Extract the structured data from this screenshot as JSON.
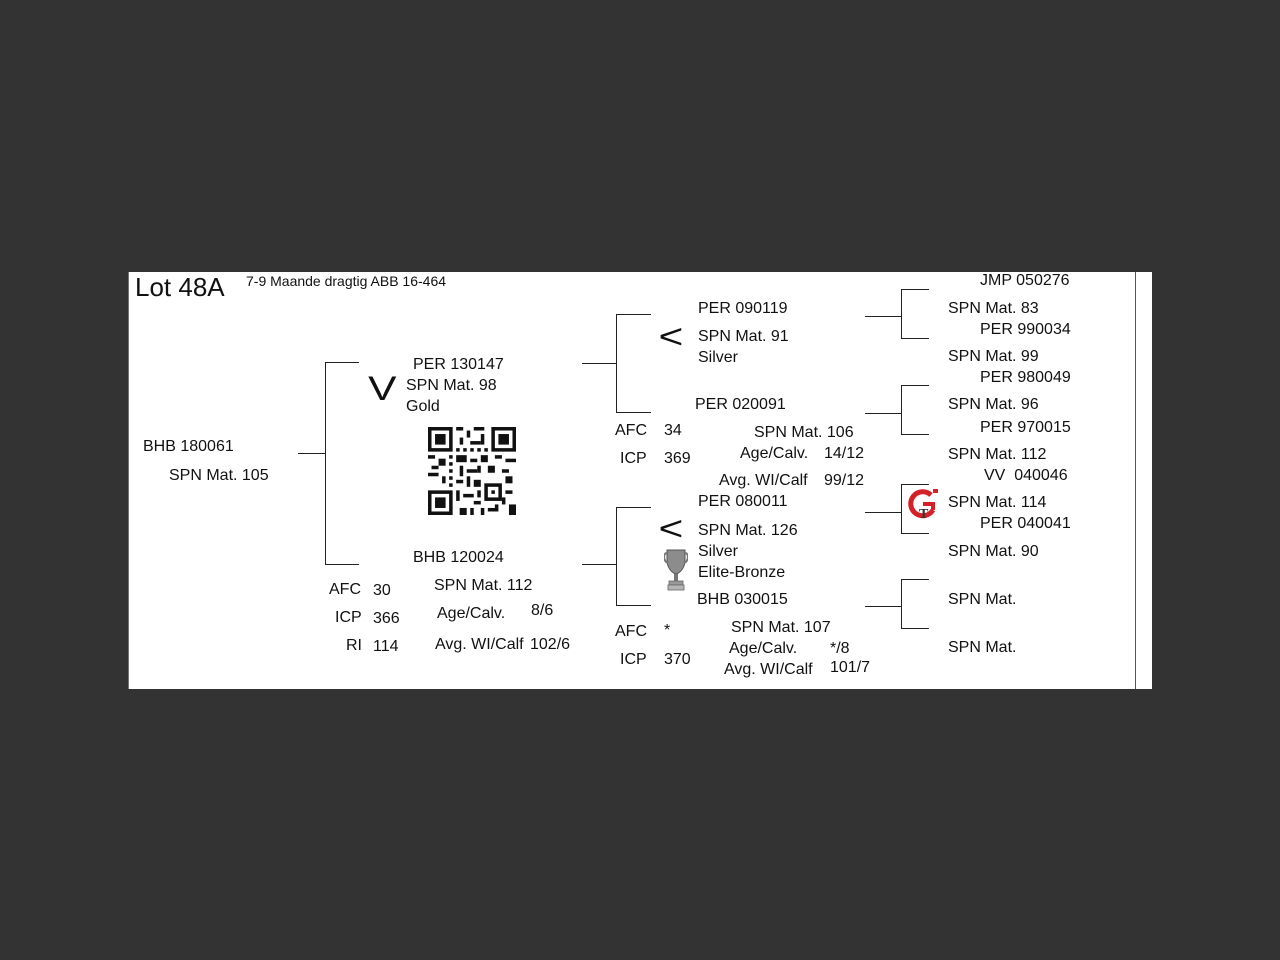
{
  "header": {
    "lot": "Lot 48A",
    "subtitle": "7-9 Maande dragtig ABB 16-464"
  },
  "animal": {
    "id": "BHB 180061",
    "spn": "SPN Mat. 105"
  },
  "sire": {
    "id": "PER 130147",
    "spn": "SPN Mat. 98",
    "award": "Gold"
  },
  "dam": {
    "id": "BHB 120024",
    "spn": "SPN Mat. 112",
    "afc_label": "AFC",
    "afc": "30",
    "icp_label": "ICP",
    "icp": "366",
    "ri_label": "RI",
    "ri": "114",
    "agecalv_label": "Age/Calv.",
    "agecalv": "8/6",
    "avgwi_label": "Avg. WI/Calf",
    "avgwi": "102/6"
  },
  "ss": {
    "id": "PER 090119",
    "spn": "SPN Mat. 91",
    "award": "Silver"
  },
  "sd": {
    "id": "PER 020091",
    "spn": "SPN Mat. 106",
    "afc_label": "AFC",
    "afc": "34",
    "icp_label": "ICP",
    "icp": "369",
    "agecalv_label": "Age/Calv.",
    "agecalv": "14/12",
    "avgwi_label": "Avg. WI/Calf",
    "avgwi": "99/12"
  },
  "ds": {
    "id": "PER 080011",
    "spn": "SPN Mat. 126",
    "award": "Silver",
    "award2": "Elite-Bronze"
  },
  "dd": {
    "id": "BHB 030015",
    "spn": "SPN Mat. 107",
    "afc_label": "AFC",
    "afc": "*",
    "icp_label": "ICP",
    "icp": "370",
    "agecalv_label": "Age/Calv.",
    "agecalv": "*/8",
    "avgwi_label": "Avg. WI/Calf",
    "avgwi": "101/7"
  },
  "gen3": [
    {
      "id": "JMP 050276",
      "spn": "SPN Mat. 83"
    },
    {
      "id": "PER 990034",
      "spn": "SPN Mat. 99"
    },
    {
      "id": "PER 980049",
      "spn": "SPN Mat. 96"
    },
    {
      "id": "PER 970015",
      "spn": "SPN Mat. 112"
    },
    {
      "id": "VV  040046",
      "spn": "SPN Mat. 114"
    },
    {
      "id": "PER 040041",
      "spn": "SPN Mat. 90"
    },
    {
      "id": "",
      "spn": "SPN Mat."
    },
    {
      "id": "",
      "spn": "SPN Mat."
    }
  ],
  "icons": {
    "sire_mark": "v-chevron",
    "ss_mark": "less-than-chevron",
    "ds_mark": "less-than-chevron",
    "qr": "qr-code-icon",
    "trophy": "trophy-icon",
    "badge": "gt-logo-icon"
  },
  "colors": {
    "background": "#333333",
    "card": "#ffffff",
    "badge_red": "#d42027"
  }
}
